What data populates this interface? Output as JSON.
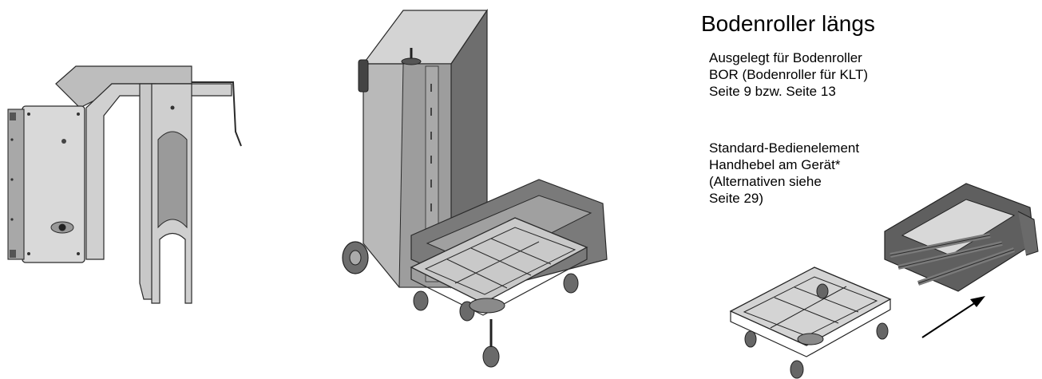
{
  "heading": "Bodenroller längs",
  "description_1": [
    "Ausgelegt für Bodenroller",
    "BOR  (Bodenroller für KLT)",
    "Seite 9 bzw. Seite 13"
  ],
  "description_2": [
    "Standard-Bedienelement",
    "Handhebel am Gerät*",
    "(Alternativen siehe",
    "Seite 29)"
  ],
  "colors": {
    "steel_light": "#d6d6d6",
    "steel_mid": "#a8a8a8",
    "steel_dark": "#5a5a5a",
    "outline": "#2a2a2a"
  },
  "figures": [
    "side-view-drawing",
    "device-with-roller-drawing",
    "roller-assembly-drawing"
  ]
}
